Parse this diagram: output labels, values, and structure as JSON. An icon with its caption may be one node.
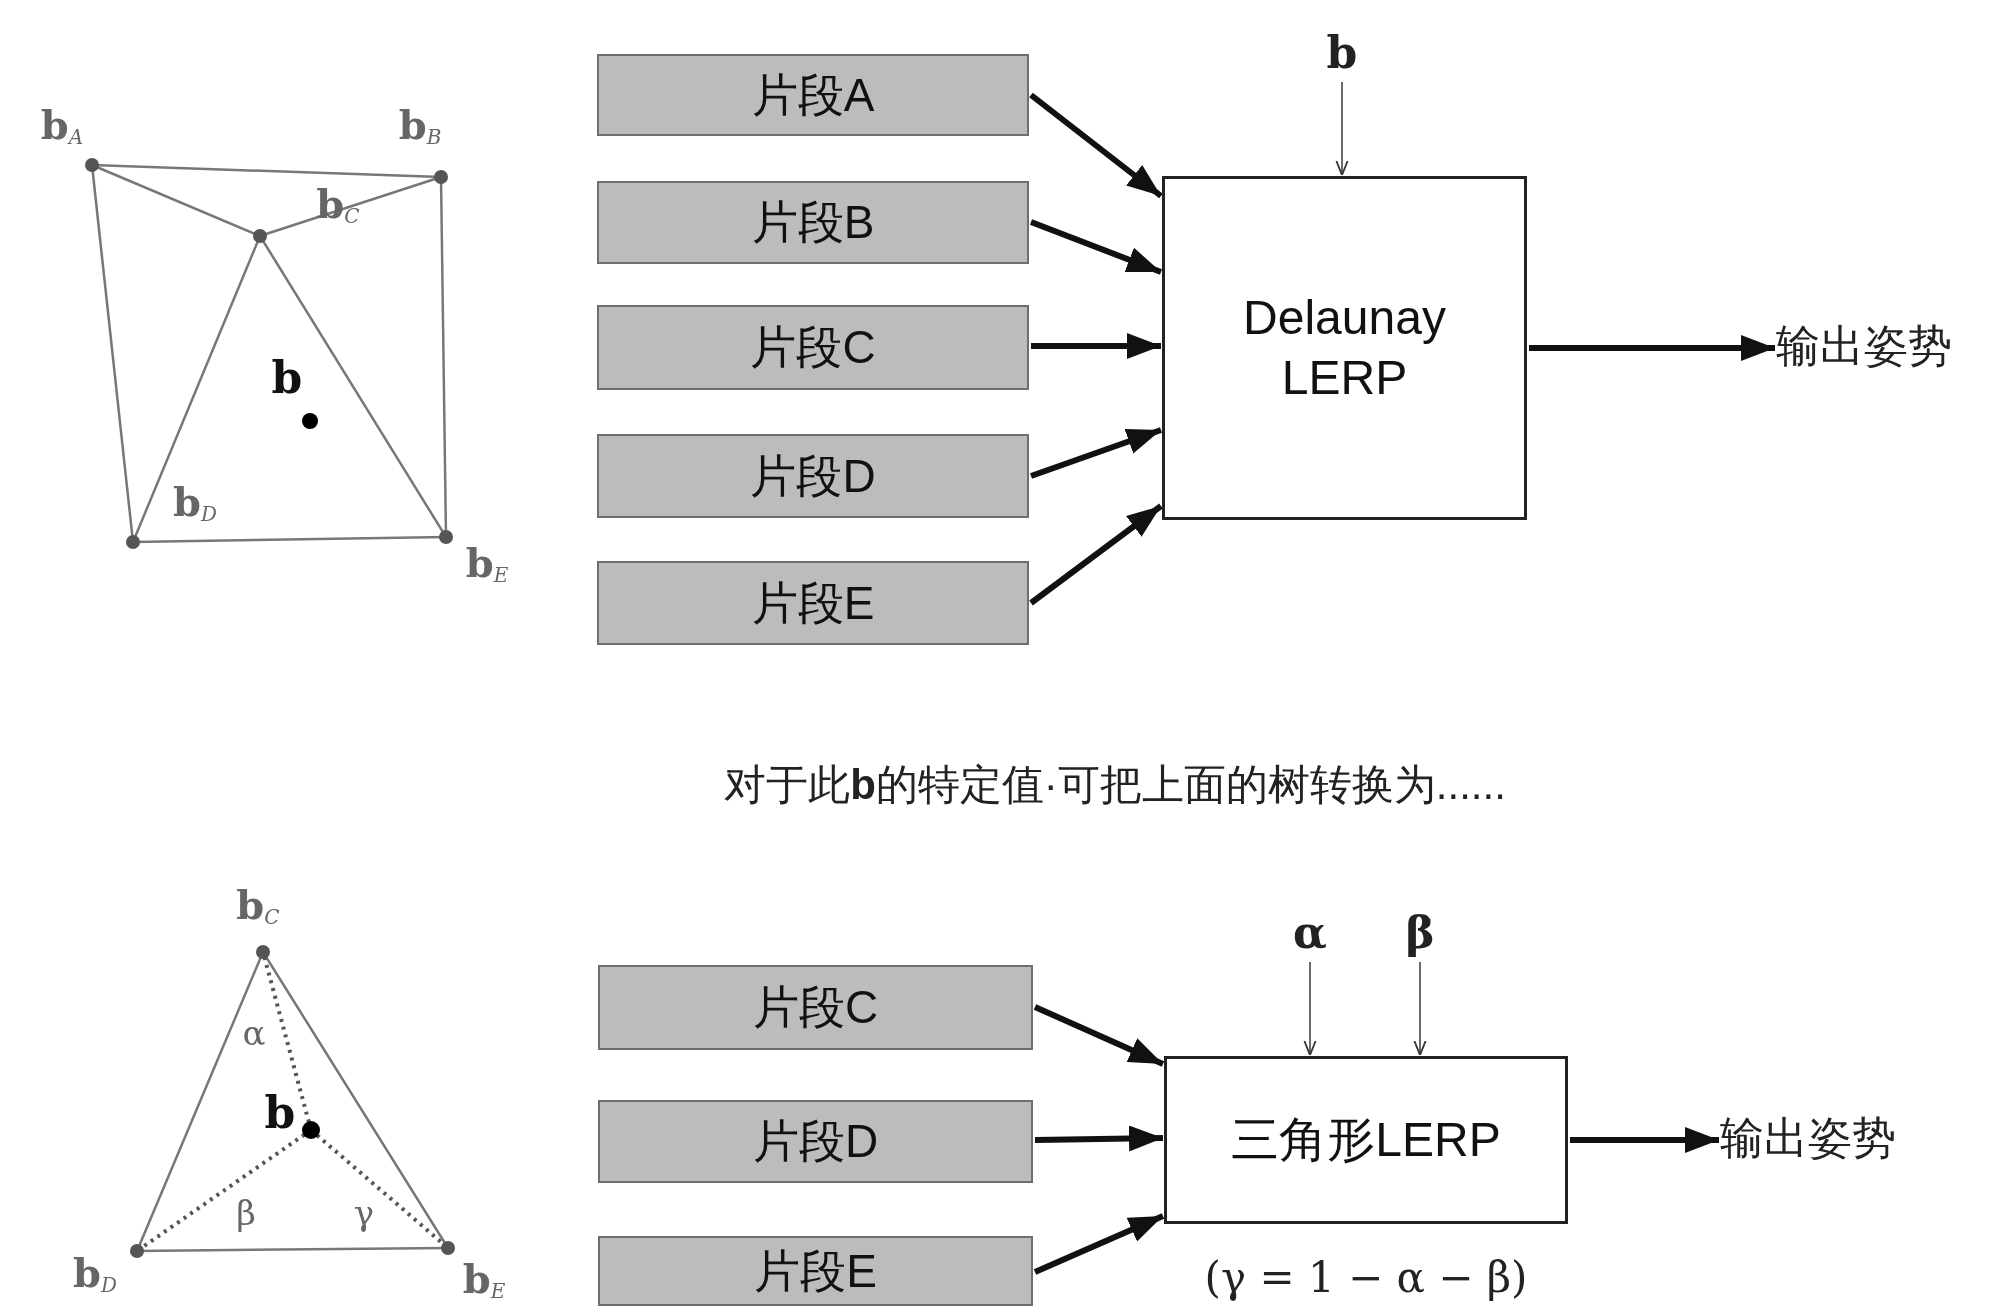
{
  "diagram": {
    "nodes": [
      {
        "text": [
          "片段A"
        ]
      },
      {
        "text": [
          "片段B"
        ]
      },
      {
        "text": [
          "片段C"
        ]
      },
      {
        "text": [
          "片段D"
        ]
      },
      {
        "text": [
          "片段E"
        ]
      },
      {
        "text": [
          "b"
        ]
      },
      {
        "text": [
          "Delaunay LERP"
        ]
      },
      {
        "text": [
          "输出姿势"
        ]
      },
      {
        "text": [
          "片段C"
        ]
      },
      {
        "text": [
          "片段D"
        ]
      },
      {
        "text": [
          "片段E"
        ]
      },
      {
        "text": [
          "α"
        ]
      },
      {
        "text": [
          "β"
        ]
      },
      {
        "text": [
          "三角形LERP"
        ],
        "beside": [
          "(γ = 1 − α − β)"
        ]
      },
      {
        "text": [
          "输出姿势"
        ]
      }
    ],
    "edges": [
      {
        "from": 0,
        "to": 6,
        "arrow": "to"
      },
      {
        "from": 1,
        "to": 6,
        "arrow": "to"
      },
      {
        "from": 2,
        "to": 6,
        "arrow": "to"
      },
      {
        "from": 3,
        "to": 6,
        "arrow": "to"
      },
      {
        "from": 4,
        "to": 6,
        "arrow": "to"
      },
      {
        "from": 5,
        "to": 6,
        "arrow": "to"
      },
      {
        "from": 6,
        "to": 7,
        "arrow": "to"
      },
      {
        "from": 8,
        "to": 13,
        "arrow": "to"
      },
      {
        "from": 9,
        "to": 13,
        "arrow": "to"
      },
      {
        "from": 10,
        "to": 13,
        "arrow": "to"
      },
      {
        "from": 11,
        "to": 13,
        "arrow": "to"
      },
      {
        "from": 12,
        "to": 13,
        "arrow": "to"
      },
      {
        "from": 13,
        "to": 14,
        "arrow": "to"
      }
    ],
    "labels": [
      "b$_{A}$",
      "b$_{B}$",
      "b$_{C}$",
      "b",
      "b$_{D}$",
      "b$_{E}$",
      "对于此**b**的特定值·可把上面的树转换为......",
      "b$_{C}$",
      "α",
      "b",
      "β",
      "γ",
      "b$_{D}$",
      "b$_{E}$"
    ]
  }
}
